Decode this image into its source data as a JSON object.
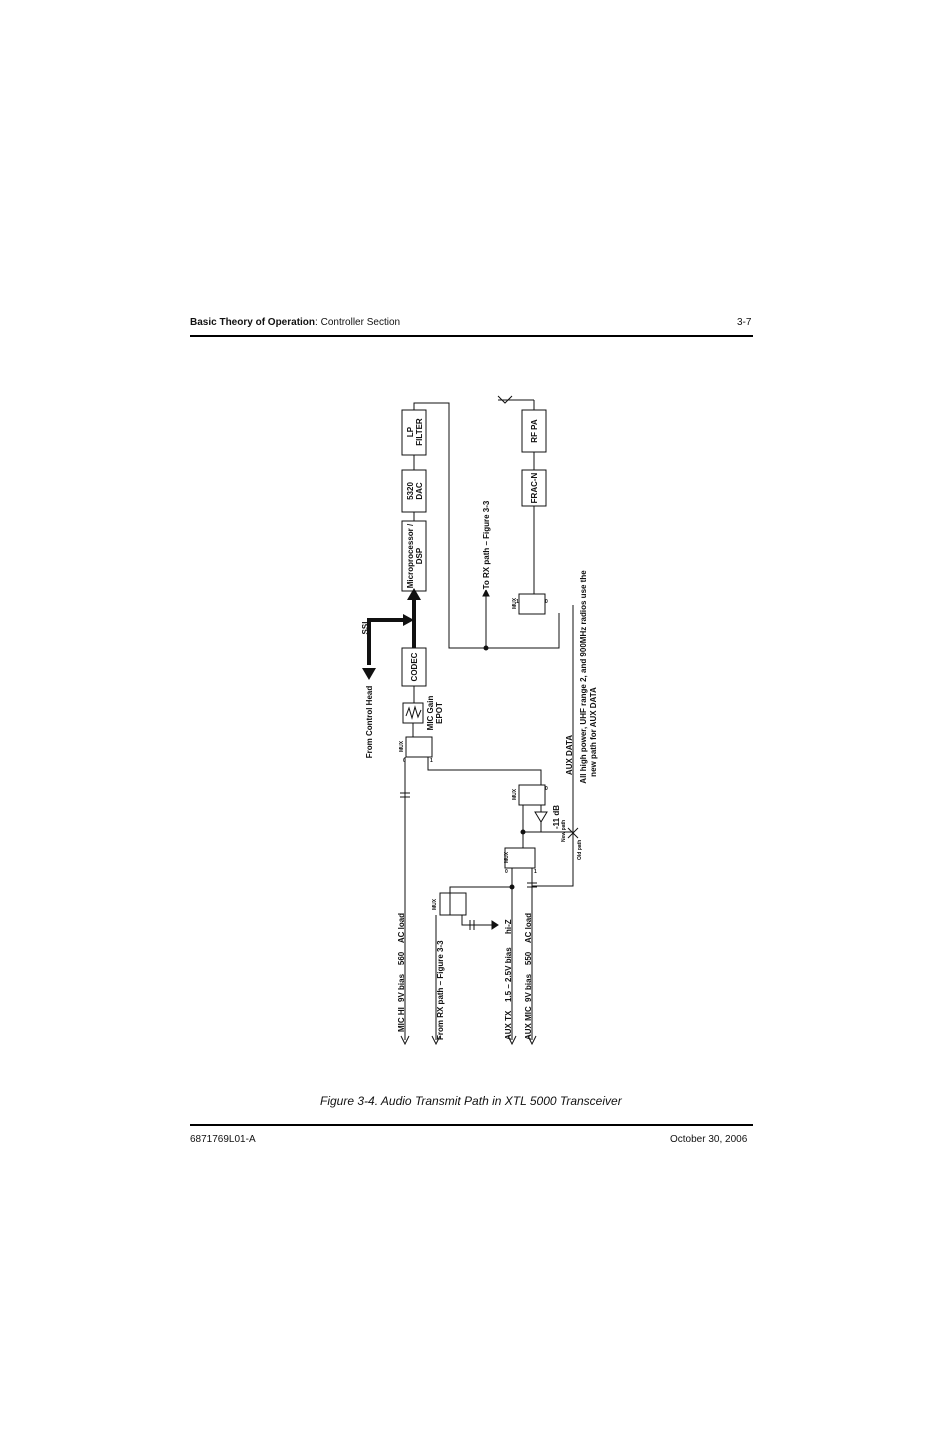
{
  "header": {
    "section_bold": "Basic Theory of Operation",
    "section_sep": ": ",
    "section_rest": "Controller Section",
    "page_number": "3-7"
  },
  "figure": {
    "caption": "Figure 3-4.  Audio Transmit Path in XTL 5000 Transceiver",
    "blocks": {
      "lp_filter_1": "LP",
      "lp_filter_2": "FILTER",
      "dac_1": "5320",
      "dac_2": "DAC",
      "dsp_1": "Microprocessor /",
      "dsp_2": "DSP",
      "codec": "CODEC",
      "frac_n": "FRAC-N",
      "rf_pa": "RF PA",
      "mic_gain_1": "MIC Gain",
      "mic_gain_2": "EPOT"
    },
    "labels": {
      "ssi": "SSI",
      "from_control_head": "From Control Head",
      "to_rx_path": "To RX path – Figure 3-3",
      "aux_data": "AUX DATA",
      "note_1": "All high power, UHF range 2, and 900MHz radios use the",
      "note_2": "new path for AUX DATA",
      "gain": "-11 dB",
      "old_path": "Old path",
      "new_path": "New path",
      "mux": "MUX",
      "sel0": "0",
      "sel1": "1"
    },
    "inputs": {
      "mic_hi": "MIC HI",
      "mic_hi_spec": "9V bias    560    AC load",
      "from_rx": "From RX path – Figure 3-3",
      "aux_tx": "AUX TX",
      "aux_tx_spec": "1.5 – 2.5V bias      hi-Z",
      "aux_mic": "AUX MIC",
      "aux_mic_spec": "9V bias    550    AC load"
    }
  },
  "footer": {
    "doc_number": "6871769L01-A",
    "date": "October 30, 2006"
  }
}
